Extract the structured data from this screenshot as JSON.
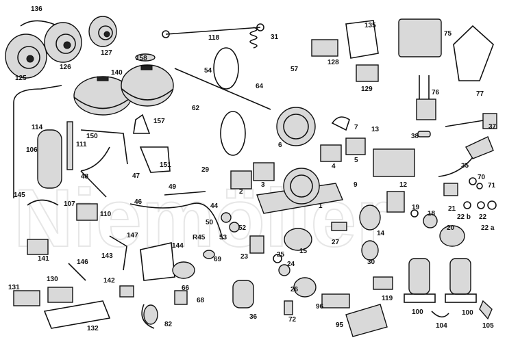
{
  "watermark": "Niemöller",
  "labels": {
    "l136": "136",
    "l125": "125",
    "l126": "126",
    "l127": "127",
    "l140": "140",
    "l158": "158",
    "l118": "118",
    "l31": "31",
    "l54": "54",
    "l57": "57",
    "l64": "64",
    "l62": "62",
    "l135": "135",
    "l75": "75",
    "l128": "128",
    "l129": "129",
    "l77": "77",
    "l76": "76",
    "l114": "114",
    "l150": "150",
    "l157": "157",
    "l106": "106",
    "l111": "111",
    "l151": "151",
    "l6": "6",
    "l7": "7",
    "l13": "13",
    "l38": "38",
    "l37": "37",
    "l48": "48",
    "l29": "29",
    "l4": "4",
    "l5": "5",
    "l12": "12",
    "l35": "35",
    "l47": "47",
    "l2": "2",
    "l3": "3",
    "l9": "9",
    "l70": "70",
    "l71": "71",
    "l145": "145",
    "l107": "107",
    "l49": "49",
    "l46": "46",
    "l44": "44",
    "l1": "1",
    "l21": "21",
    "l22b": "22 b",
    "l22": "22",
    "l22a": "22 a",
    "l110": "110",
    "l50": "50",
    "l52": "52",
    "l19": "19",
    "l18": "18",
    "l14": "14",
    "l20": "20",
    "l147": "147",
    "l141": "141",
    "l143": "143",
    "l144": "144",
    "lR45": "R45",
    "l53": "53",
    "l69": "69",
    "l23": "23",
    "l15": "15",
    "l27": "27",
    "l146": "146",
    "l25": "25",
    "l24": "24",
    "l30": "30",
    "l131": "131",
    "l130": "130",
    "l142": "142",
    "l66": "66",
    "l26": "26",
    "l119": "119",
    "l68": "68",
    "l36": "36",
    "l96": "96",
    "l100a": "100",
    "l100b": "100",
    "l132": "132",
    "l82": "82",
    "l72": "72",
    "l95": "95",
    "l104": "104",
    "l105": "105"
  }
}
